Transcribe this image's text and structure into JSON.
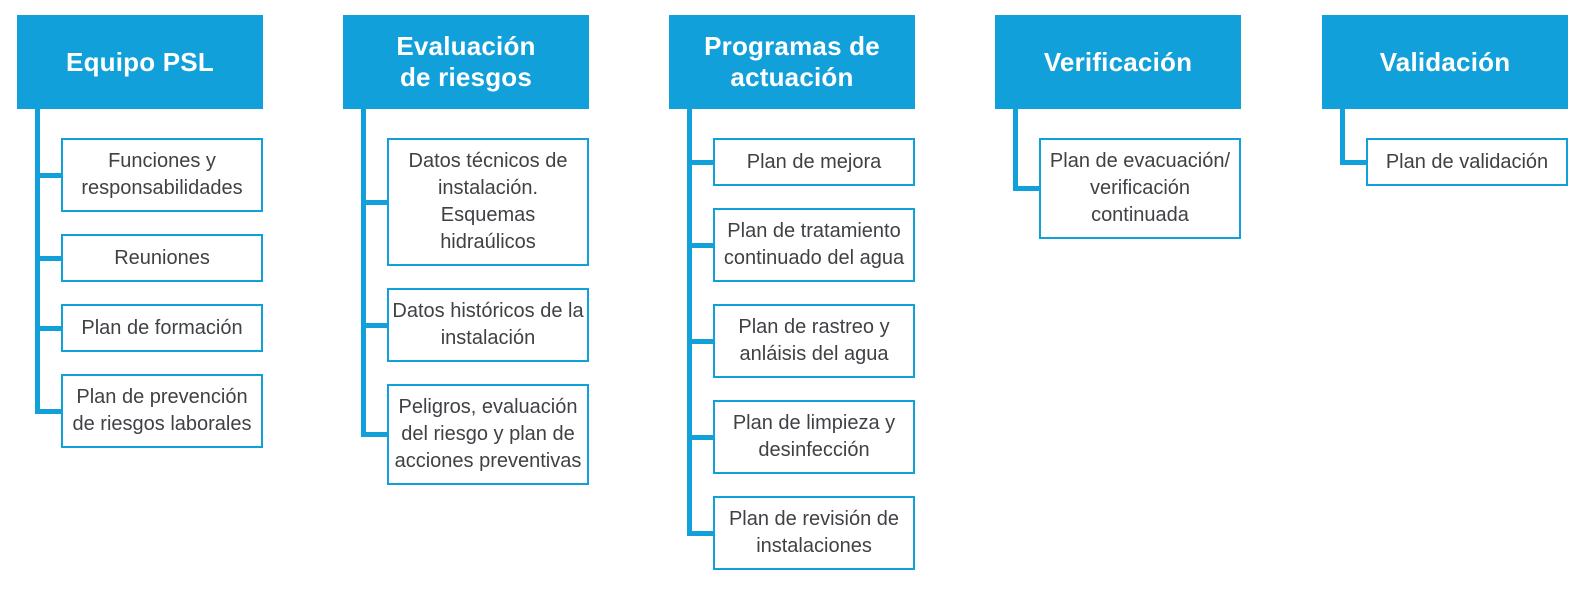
{
  "diagram": {
    "type": "flowchart-columns",
    "accent_color": "#12A0DB",
    "header_text_color": "#FFFFFF",
    "item_text_color": "#3F4145",
    "background_color": "#FFFFFF",
    "columns": [
      {
        "title": "Equipo PSL",
        "title_lines": [
          "Equipo PSL"
        ],
        "items": [
          "Funciones y responsabilidades",
          "Reuniones",
          "Plan de formación",
          "Plan de prevención de riesgos laborales"
        ]
      },
      {
        "title": "Evaluación de riesgos",
        "title_lines": [
          "Evaluación",
          "de riesgos"
        ],
        "items": [
          "Datos técnicos de instalación. Esquemas hidraúlicos",
          "Datos históricos de la instalación",
          "Peligros, evaluación del riesgo y plan de acciones preventivas"
        ]
      },
      {
        "title": "Programas de actuación",
        "title_lines": [
          "Programas de",
          "actuación"
        ],
        "items": [
          "Plan de mejora",
          "Plan de tratamiento continuado del agua",
          "Plan de rastreo y anláisis del agua",
          "Plan de limpieza y desinfección",
          "Plan de revisión de instalaciones"
        ]
      },
      {
        "title": "Verificación",
        "title_lines": [
          "Verificación"
        ],
        "items": [
          "Plan de evacuación/ verificación continuada"
        ]
      },
      {
        "title": "Validación",
        "title_lines": [
          "Validación"
        ],
        "items": [
          "Plan de validación"
        ]
      }
    ]
  }
}
